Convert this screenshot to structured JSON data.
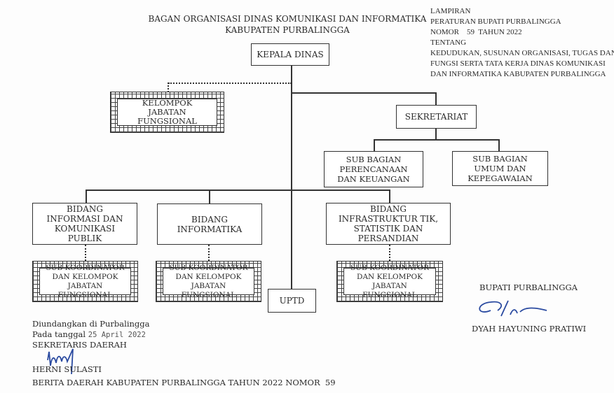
{
  "title": {
    "line1": "BAGAN ORGANISASI DINAS KOMUNIKASI DAN INFORMATIKA",
    "line2": "KABUPATEN PURBALINGGA"
  },
  "lampiran": {
    "lines": [
      "LAMPIRAN",
      "PERATURAN BUPATI PURBALINGGA",
      "NOMOR    59  TAHUN 2022",
      "TENTANG",
      "KEDUDUKAN, SUSUNAN ORGANISASI, TUGAS DAN",
      "FUNGSI SERTA TATA KERJA DINAS KOMUNIKASI",
      "DAN INFORMATIKA KABUPATEN PURBALINGGA"
    ]
  },
  "boxes": {
    "kepala": "KEPALA DINAS",
    "kelompok": "KELOMPOK JABATAN FUNGSIONAL",
    "sekretariat": "SEKRETARIAT",
    "perencanaan": "SUB BAGIAN PERENCANAAN DAN KEUANGAN",
    "umum": "SUB BAGIAN UMUM DAN KEPEGAWAIAN",
    "bidang1": "BIDANG INFORMASI DAN KOMUNIKASI PUBLIK",
    "bidang2": "BIDANG INFORMATIKA",
    "bidang3": "BIDANG INFRASTRUKTUR TIK, STATISTIK DAN PERSANDIAN",
    "subkoor1": "SUB KOORDINATOR DAN KELOMPOK JABATAN FUNGSIONAL",
    "subkoor2": "SUB KOORDINATOR DAN KELOMPOK JABATAN FUNGSIONAL",
    "subkoor3": "SUB KOORDINATOR DAN KELOMPOK JABATAN FUNGSIONAL",
    "uptd": "UPTD"
  },
  "bupati": {
    "title": "BUPATI PURBALINGGA",
    "name": "DYAH HAYUNING PRATIWI"
  },
  "sekda": {
    "line1": "Diundangkan di Purbalingga",
    "line2_label": "Pada tanggal",
    "date": "25 April 2022",
    "title": "SEKRETARIS DAERAH",
    "name": "HERNI SULASTI"
  },
  "berita": "BERITA DAERAH KABUPATEN PURBALINGGA TAHUN 2022 NOMOR  59",
  "colors": {
    "signature": "#2a4aa0"
  }
}
